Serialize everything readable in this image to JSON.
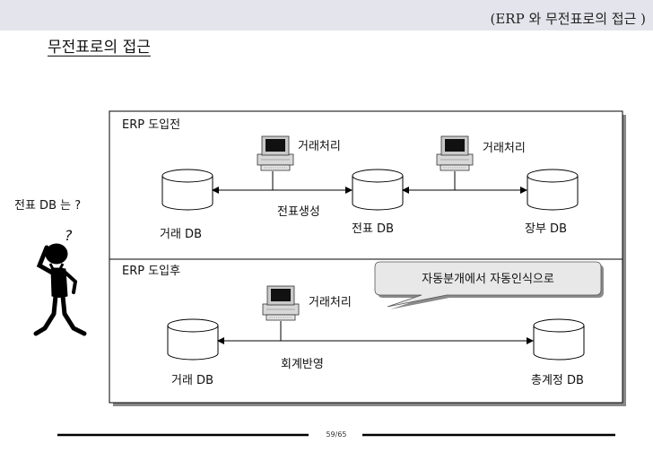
{
  "header": {
    "title": "(ERP 와 무전표로의 접근 )"
  },
  "slide": {
    "title": "무전표로의 접근"
  },
  "question": {
    "text": "전표 DB 는 ?",
    "mark": "?"
  },
  "before": {
    "title": "ERP  도입전",
    "terminal_label_1": "거래처리",
    "terminal_label_2": "거래처리",
    "db_left": "거래 DB",
    "db_center": "전표 DB",
    "db_right": "장부 DB",
    "arrow_label": "전표생성"
  },
  "after": {
    "title": "ERP  도입후",
    "callout": "자동분개에서 자동인식으로",
    "terminal_label": "거래처리",
    "db_left": "거래 DB",
    "db_right": "총계정 DB",
    "arrow_label": "회계반영"
  },
  "footer": {
    "page": "59/65"
  }
}
